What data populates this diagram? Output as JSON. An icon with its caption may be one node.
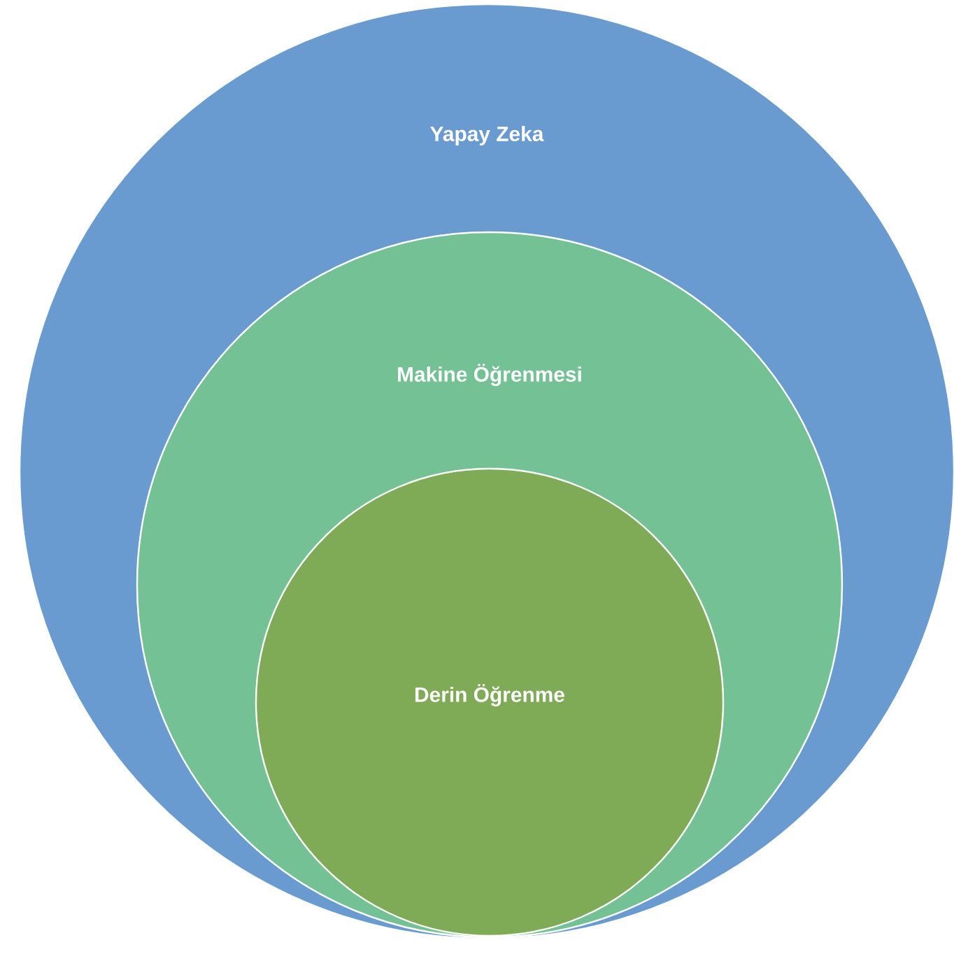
{
  "diagram": {
    "nodes": [
      {
        "text": [
          "Yapay Zeka"
        ]
      },
      {
        "text": [
          "Makine Öğrenmesi"
        ],
        "in": 0
      },
      {
        "text": [
          "Derin Öğrenme"
        ],
        "in": 1
      }
    ]
  }
}
